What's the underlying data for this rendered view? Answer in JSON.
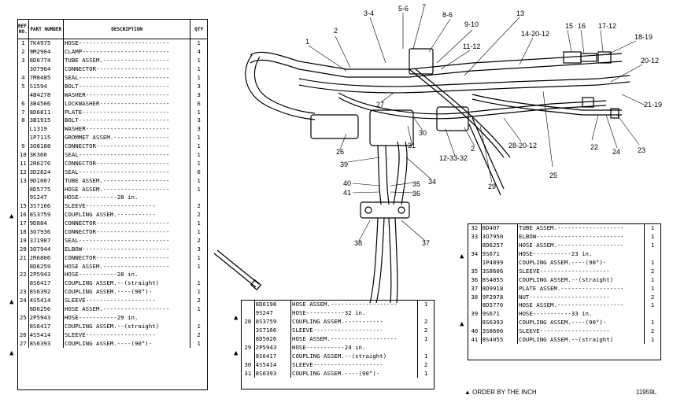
{
  "left_table": {
    "headers": {
      "ref": "REF. NO.",
      "part": "PART NUMBER",
      "desc": "DESCRIPTION",
      "qty": "QTY"
    },
    "rows": [
      {
        "ref": "1",
        "part": "7K4975",
        "desc": "HOSE--------------------------",
        "qty": "1"
      },
      {
        "ref": "2",
        "part": "9M2904",
        "desc": "CLAMP-------------------------",
        "qty": "4"
      },
      {
        "ref": "3",
        "part": "8D6774",
        "desc": "TUBE ASSEM.-------------------",
        "qty": "1"
      },
      {
        "ref": "",
        "part": "3O7904",
        "desc": "CONNECTOR---------------------",
        "qty": "1"
      },
      {
        "ref": "4",
        "part": "7M8485",
        "desc": "SEAL--------------------------",
        "qty": "1"
      },
      {
        "ref": "5",
        "part": "S1594",
        "desc": "BOLT--------------------------",
        "qty": "3"
      },
      {
        "ref": "",
        "part": "4B4278",
        "desc": "WASHER------------------------",
        "qty": "3"
      },
      {
        "ref": "6",
        "part": "3B4506",
        "desc": "LOCKWASHER--------------------",
        "qty": "6"
      },
      {
        "ref": "7",
        "part": "8D6811",
        "desc": "PLATE-------------------------",
        "qty": "1"
      },
      {
        "ref": "8",
        "part": "3B1915",
        "desc": "BOLT--------------------------",
        "qty": "3"
      },
      {
        "ref": "",
        "part": "L1319",
        "desc": "WASHER------------------------",
        "qty": "3"
      },
      {
        "ref": "",
        "part": "1P7115",
        "desc": "GROMMET ASSEM.----------------",
        "qty": "1"
      },
      {
        "ref": "9",
        "part": "3O8188",
        "desc": "CONNECTOR---------------------",
        "qty": "1"
      },
      {
        "ref": "10",
        "part": "3K360",
        "desc": "SEAL--------------------------",
        "qty": "1"
      },
      {
        "ref": "11",
        "part": "2R6276",
        "desc": "CONNECTOR---------------------",
        "qty": "1"
      },
      {
        "ref": "12",
        "part": "3D2824",
        "desc": "SEAL--------------------------",
        "qty": "6"
      },
      {
        "ref": "13",
        "part": "9D1607",
        "desc": "TUBE ASSEM.-------------------",
        "qty": "1"
      },
      {
        "ref": "",
        "part": "8D5775",
        "desc": "HOSE ASSEM.-------------------",
        "qty": "1"
      },
      {
        "ref": "",
        "part": "9S247",
        "desc": "   HOSE-----------28 in.",
        "qty": ""
      },
      {
        "ref": "15",
        "part": "3S7166",
        "desc": "   SLEEVE--------------------",
        "qty": "2"
      },
      {
        "ref": "16",
        "part": "8S3759",
        "desc": "   COUPLING ASSEM.-----------",
        "qty": "2"
      },
      {
        "ref": "17",
        "part": "9D884",
        "desc": "CONNECTOR---------------------",
        "qty": "1"
      },
      {
        "ref": "18",
        "part": "3O7936",
        "desc": "CONNECTOR---------------------",
        "qty": "1"
      },
      {
        "ref": "19",
        "part": "3J1907",
        "desc": "SEAL--------------------------",
        "qty": "2"
      },
      {
        "ref": "20",
        "part": "3O7944",
        "desc": "ELBOW-------------------------",
        "qty": "3"
      },
      {
        "ref": "21",
        "part": "2R6806",
        "desc": "CONNECTOR---------------------",
        "qty": "1"
      },
      {
        "ref": "",
        "part": "8D6259",
        "desc": "HOSE ASSEM.-------------------",
        "qty": "1"
      },
      {
        "ref": "22",
        "part": "2P5943",
        "desc": "   HOSE-----------28 in.",
        "qty": ""
      },
      {
        "ref": "",
        "part": "8S6417",
        "desc": "   COUPLING ASSEM.--(straight)",
        "qty": "1"
      },
      {
        "ref": "23",
        "part": "8S6392",
        "desc": "   COUPLING ASSEM.----(90°)-",
        "qty": "1"
      },
      {
        "ref": "24",
        "part": "4S5414",
        "desc": "   SLEEVE--------------------",
        "qty": "2"
      },
      {
        "ref": "",
        "part": "8D6256",
        "desc": "HOSE ASSEM.-------------------",
        "qty": "1"
      },
      {
        "ref": "25",
        "part": "2P5943",
        "desc": "   HOSE-----------29 in.",
        "qty": ""
      },
      {
        "ref": "",
        "part": "8S6417",
        "desc": "   COUPLING ASSEM.--(straight)",
        "qty": "1"
      },
      {
        "ref": "26",
        "part": "4S5414",
        "desc": "   SLEEVE--------------------",
        "qty": "2"
      },
      {
        "ref": "27",
        "part": "8S6393",
        "desc": "   COUPLING ASSEM.----(90°)-",
        "qty": "1"
      }
    ]
  },
  "middle_table": {
    "rows": [
      {
        "ref": "",
        "part": "8D6198",
        "desc": "HOSE ASSEM.-------------------",
        "qty": "1"
      },
      {
        "ref": "",
        "part": "9S247",
        "desc": "   HOSE-----------32 in.",
        "qty": ""
      },
      {
        "ref": "28",
        "part": "8S3759",
        "desc": "   COUPLING ASSEM.-----------",
        "qty": "2"
      },
      {
        "ref": "",
        "part": "3S7166",
        "desc": "   SLEEVE--------------------",
        "qty": "2"
      },
      {
        "ref": "",
        "part": "8D5026",
        "desc": "HOSE ASSEM.-------------------",
        "qty": "1"
      },
      {
        "ref": "29",
        "part": "2P5943",
        "desc": "   HOSE-----------24 in.",
        "qty": ""
      },
      {
        "ref": "",
        "part": "8S6417",
        "desc": "   COUPLING ASSEM.--(straight)",
        "qty": "1"
      },
      {
        "ref": "30",
        "part": "4S5414",
        "desc": "   SLEEVE--------------------",
        "qty": "2"
      },
      {
        "ref": "31",
        "part": "8S6393",
        "desc": "   COUPLING ASSEM.----(90°)-",
        "qty": "1"
      }
    ]
  },
  "right_table": {
    "rows": [
      {
        "ref": "32",
        "part": "8D407",
        "desc": "TUBE ASSEM.-------------------",
        "qty": "1"
      },
      {
        "ref": "33",
        "part": "3O7950",
        "desc": "ELBOW-------------------------",
        "qty": "1"
      },
      {
        "ref": "",
        "part": "8D6257",
        "desc": "HOSE ASSEM.-------------------",
        "qty": "1"
      },
      {
        "ref": "34",
        "part": "9S671",
        "desc": "   HOSE-----------23 in.",
        "qty": ""
      },
      {
        "ref": "",
        "part": "1P4899",
        "desc": "   COUPLING ASSEM.----(90°)-",
        "qty": "1"
      },
      {
        "ref": "35",
        "part": "3S8606",
        "desc": "   SLEEVE--------------------",
        "qty": "2"
      },
      {
        "ref": "36",
        "part": "8S4055",
        "desc": "   COUPLING ASSEM.--(straight)",
        "qty": "1"
      },
      {
        "ref": "37",
        "part": "8D9918",
        "desc": "PLATE ASSEM.------------------",
        "qty": "1"
      },
      {
        "ref": "38",
        "part": "9F2978",
        "desc": "   NUT-----------------------",
        "qty": "2"
      },
      {
        "ref": "",
        "part": "8D5776",
        "desc": "HOSE ASSEM.-------------------",
        "qty": "1"
      },
      {
        "ref": "39",
        "part": "9S671",
        "desc": "   HOSE-----------33 in.",
        "qty": ""
      },
      {
        "ref": "",
        "part": "8S6393",
        "desc": "   COUPLING ASSEM.----(90°)-",
        "qty": "1"
      },
      {
        "ref": "40",
        "part": "3S8606",
        "desc": "   SLEEVE--------------------",
        "qty": "2"
      },
      {
        "ref": "41",
        "part": "8S4055",
        "desc": "   COUPLING ASSEM.--(straight)",
        "qty": "1"
      }
    ]
  },
  "callouts": [
    "1",
    "2",
    "3-4",
    "5-6",
    "7",
    "8-6",
    "9-10",
    "11-12",
    "13",
    "14-20-12",
    "15",
    "16",
    "17-12",
    "18-19",
    "20-12",
    "21-19",
    "22",
    "23",
    "24",
    "25",
    "26",
    "27",
    "28-20-12",
    "29",
    "30",
    "31",
    "12-33-32",
    "2",
    "34",
    "35",
    "36",
    "37",
    "38",
    "39",
    "40",
    "41"
  ],
  "footer": {
    "order_note": "▲ ORDER BY THE INCH",
    "figure_id": "11959L"
  }
}
